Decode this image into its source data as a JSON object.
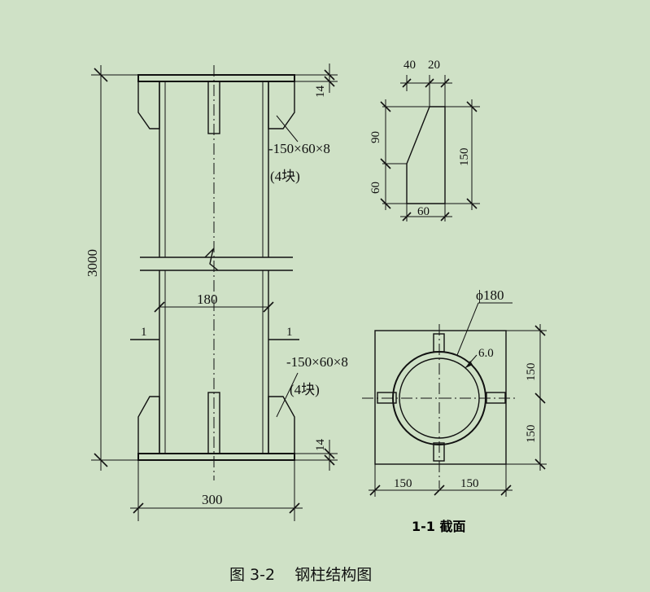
{
  "colors": {
    "background": "#cfe1c6",
    "ink": "#111111"
  },
  "labels": {
    "height_total": "3000",
    "top_plate_thk": "14",
    "bottom_plate_thk": "14",
    "rib_top": "-150×60×8",
    "rib_top_count": "(4块)",
    "rib_bottom": "-150×60×8",
    "rib_bottom_count": "(4块)",
    "col_dia_dim": "180",
    "base_width": "300",
    "section_mark_left": "1",
    "section_mark_right": "1",
    "rib_top_w1": "40",
    "rib_top_w2": "20",
    "rib_h_upper": "90",
    "rib_h_lower": "60",
    "rib_h_total": "150",
    "rib_base_w": "60",
    "pipe_dia": "ϕ180",
    "pipe_thk": "6.0",
    "sec_h_upper": "150",
    "sec_h_lower": "150",
    "sec_w_left": "150",
    "sec_w_right": "150",
    "section_title": "1-1 截面",
    "figure_caption": "图 3-2    钢柱结构图"
  }
}
